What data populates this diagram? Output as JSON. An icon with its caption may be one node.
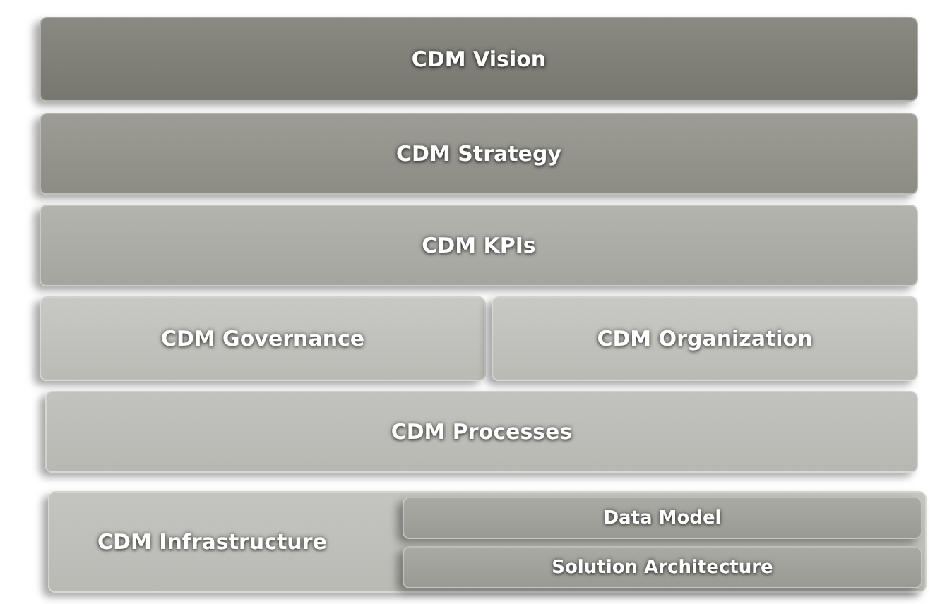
{
  "diagram": {
    "nodes": [
      {
        "text": [
          "CDM Vision"
        ]
      },
      {
        "text": [
          "CDM Strategy"
        ]
      },
      {
        "text": [
          "CDM KPIs"
        ]
      },
      {
        "text": [
          "CDM Governance"
        ]
      },
      {
        "text": [
          "CDM Organization"
        ]
      },
      {
        "text": [
          "CDM Processes"
        ]
      },
      {
        "text": [
          "CDM Infrastructure"
        ]
      },
      {
        "text": [
          "Data Model"
        ],
        "in": 6
      },
      {
        "text": [
          "Solution Architecture"
        ],
        "in": 6
      }
    ]
  }
}
